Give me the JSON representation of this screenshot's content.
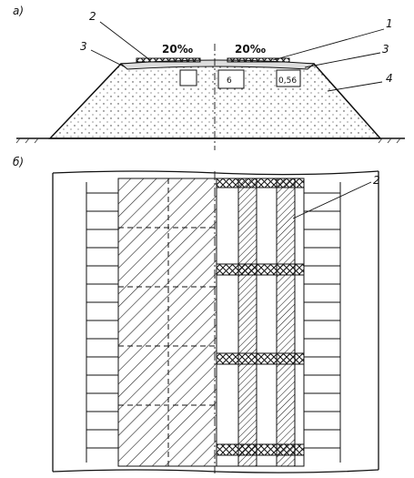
{
  "panel_a": {
    "label": "а)",
    "slope_left": "20‰",
    "slope_right": "20‰",
    "callouts": [
      "2",
      "1",
      "3",
      "3",
      "4"
    ],
    "box_label": "6",
    "box_label_right": "0,56"
  },
  "panel_b": {
    "label": "б)",
    "callout": "2"
  }
}
